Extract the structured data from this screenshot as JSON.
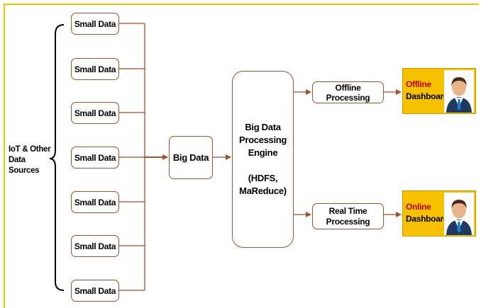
{
  "sources_label": [
    "IoT & Other",
    "Data Sources"
  ],
  "small_data": [
    "Small Data",
    "Small Data",
    "Small Data",
    "Small Data",
    "Small Data",
    "Small Data",
    "Small Data"
  ],
  "big_data": "Big Data",
  "engine": {
    "line1": "Big Data",
    "line2": "Processing",
    "line3": "Engine",
    "line4": "(HDFS,",
    "line5": "MaReduce)"
  },
  "offline": {
    "process": "Offline Processing",
    "dash_line1": "Offline",
    "dash_line2": "Dashboard"
  },
  "online": {
    "process_line1": "Real Time",
    "process_line2": "Processing",
    "dash_line1": "Online",
    "dash_line2": "Dashboard"
  },
  "colors": {
    "arrow": "#a0522d",
    "frame": "#f5c200",
    "dashboard_bg": "#f7c100",
    "dashboard_title": "#c00000"
  },
  "icons": [
    "businessman-avatar-icon"
  ]
}
